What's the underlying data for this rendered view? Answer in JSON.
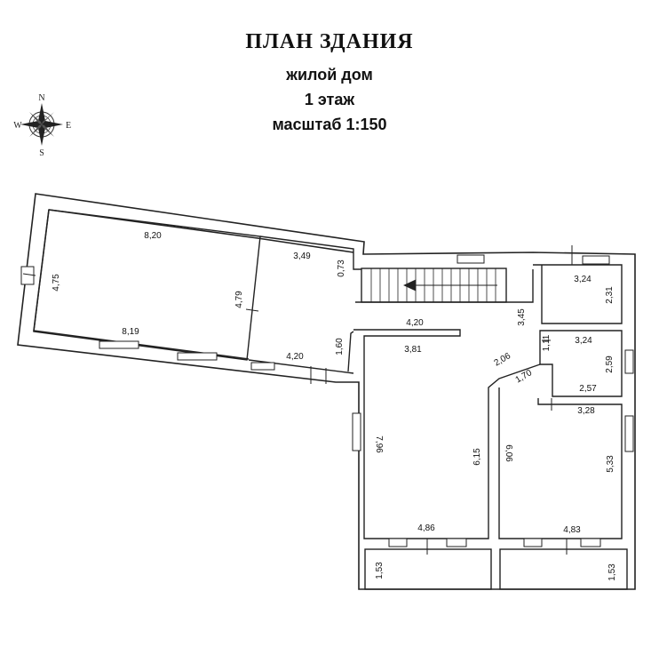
{
  "title": {
    "heading": "ПЛАН ЗДАНИЯ",
    "subtitle": "жилой дом",
    "floor": "1 этаж",
    "scale": "масштаб 1:150"
  },
  "compass": {
    "icon": "compass-rose-icon",
    "north": "N",
    "south": "S",
    "west": "W",
    "east": "E"
  },
  "dimensions": {
    "room_left_top": "8,20",
    "room_left_bottom": "8,19",
    "room_left_side_left": "4,75",
    "room_left_side_right": "4,79",
    "room_mid_top": "3,49",
    "opening_top": "0,73",
    "room_mid_bottom": "4,20",
    "room_mid_side": "1,60",
    "hall_top": "4,20",
    "hall_inner": "3,81",
    "stair_side": "3,45",
    "room_tr_top": "3,24",
    "room_tr_side": "2,31",
    "room_r2_top": "3,24",
    "room_r2_left": "1,11",
    "room_r2_side": "2,59",
    "room_r2_bottom": "2,57",
    "diag_outer": "2,06",
    "diag_inner": "1,70",
    "room_br_top": "3,28",
    "room_br_side": "5,33",
    "hall_left": "7,96",
    "hall_right": "6,15",
    "room_br_left": "6,06",
    "hall_bottom": "4,86",
    "room_br_bottom": "4,83",
    "porch_left": "1,53",
    "porch_right": "1,53"
  }
}
